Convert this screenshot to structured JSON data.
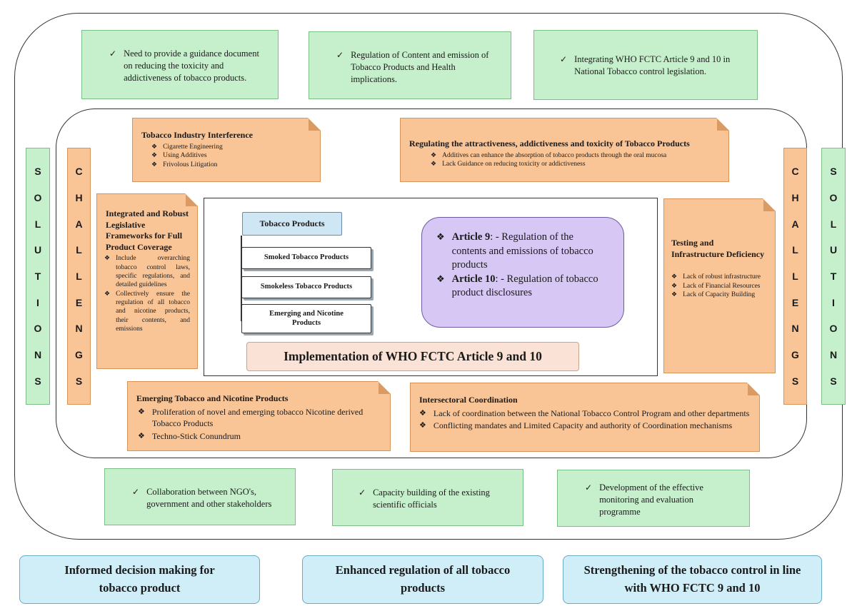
{
  "top_solutions": [
    "Need to provide a guidance document on reducing the toxicity and addictiveness of tobacco products.",
    "Regulation of Content and emission of Tobacco Products and Health implications.",
    "Integrating WHO FCTC Article 9 and 10 in National Tobacco control legislation."
  ],
  "bottom_solutions": [
    "Collaboration between NGO's, government and other stakeholders",
    "Capacity building of the existing scientific officials",
    "Development of the effective monitoring and evaluation programme"
  ],
  "side_labels": {
    "solutions": [
      "S",
      "O",
      "L",
      "U",
      "T",
      "I",
      "O",
      "N",
      "S"
    ],
    "challenges": [
      "C",
      "H",
      "A",
      "L",
      "L",
      "E",
      "N",
      "G",
      "S"
    ]
  },
  "challenges": {
    "interference": {
      "title": "Tobacco Industry Interference",
      "items": [
        "Cigarette Engineering",
        "Using Additives",
        "Frivolous Litigation"
      ]
    },
    "attractiveness": {
      "title": "Regulating the attractiveness, addictiveness and toxicity of Tobacco Products",
      "items": [
        "Additives can enhance the absorption of tobacco products through the oral mucosa",
        "Lack Guidance on reducing toxicity or addictiveness"
      ]
    },
    "frameworks": {
      "title": "Integrated and Robust Legislative Frameworks for Full Product Coverage",
      "items": [
        "Include overarching tobacco control laws, specific regulations, and detailed guidelines",
        "Collectively ensure the regulation of all tobacco and nicotine products, their contents, and emissions"
      ]
    },
    "testing": {
      "title": "Testing and Infrastructure Deficiency",
      "items": [
        "Lack of robust infrastructure",
        "Lack of Financial Resources",
        "Lack of Capacity Building"
      ]
    },
    "emerging": {
      "title": "Emerging Tobacco and Nicotine Products",
      "items": [
        "Proliferation of novel and emerging tobacco Nicotine derived Tobacco Products",
        "Techno-Stick Conundrum"
      ]
    },
    "intersectoral": {
      "title": "Intersectoral Coordination",
      "items": [
        "Lack of coordination between the National Tobacco Control Program and other departments",
        "Conflicting mandates and Limited Capacity and authority of Coordination mechanisms"
      ]
    }
  },
  "center": {
    "products_title": "Tobacco Products",
    "products": [
      "Smoked Tobacco Products",
      "Smokeless Tobacco Products",
      "Emerging and Nicotine Products"
    ],
    "article9_label": "Article 9",
    "article9_text": ": - Regulation of the contents and emissions of tobacco products",
    "article10_label": "Article 10",
    "article10_text": ": - Regulation of tobacco product disclosures",
    "implementation": "Implementation of WHO FCTC Article 9 and 10"
  },
  "outcomes": [
    "Informed decision making for tobacco product",
    "Enhanced regulation of all tobacco products",
    "Strengthening of the tobacco control in line with WHO FCTC 9 and 10"
  ],
  "icons": {
    "check": "check-icon",
    "bullet": "diamond-bullet-icon"
  },
  "colors": {
    "solution_fill": "#c6efcc",
    "challenge_fill": "#f9c496",
    "article_fill": "#d6c7f4",
    "outcome_fill": "#cfeef8"
  }
}
